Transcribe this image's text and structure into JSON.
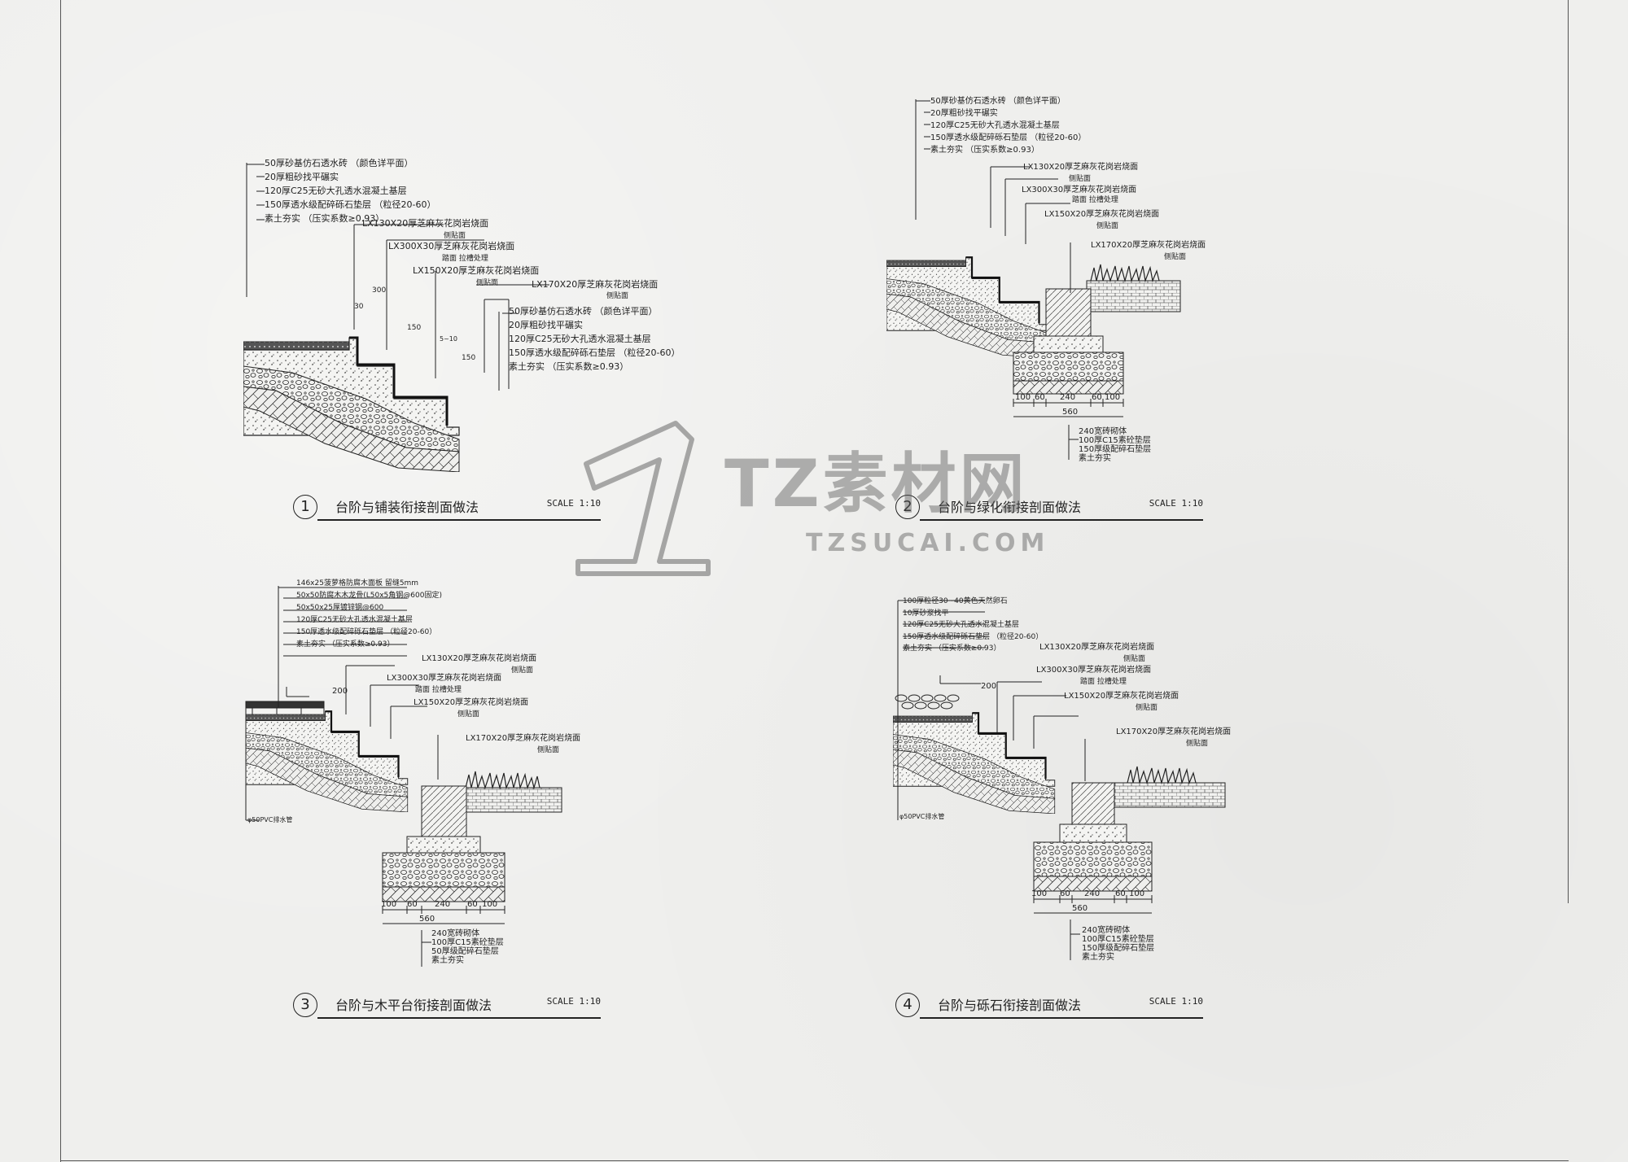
{
  "watermark": {
    "brand": "TZ素材网",
    "url": "TZSUCAI.COM"
  },
  "panels": [
    {
      "number": "1",
      "title": "台阶与铺装衔接剖面做法",
      "scale": "SCALE 1:10",
      "layers_top": [
        "50厚砂基仿石透水砖 （颜色详平面）",
        "20厚粗砂找平碾实",
        "120厚C25无砂大孔透水混凝土基层",
        "150厚透水级配碎砾石垫层 （粒径20-60）",
        "素土夯实 （压实系数≥0.93）"
      ],
      "callouts": [
        "LX130X20厚芝麻灰花岗岩烧面",
        "侧贴面",
        "LX300X30厚芝麻灰花岗岩烧面",
        "踏面 拉槽处理",
        "LX150X20厚芝麻灰花岗岩烧面",
        "侧贴面",
        "LX170X20厚芝麻灰花岗岩烧面",
        "侧贴面"
      ],
      "layers_bottom": [
        "50厚砂基仿石透水砖 （颜色详平面）",
        "20厚粗砂找平碾实",
        "120厚C25无砂大孔透水混凝土基层",
        "150厚透水级配碎砾石垫层 （粒径20-60）",
        "素土夯实 （压实系数≥0.93）"
      ],
      "dims": [
        "300",
        "30",
        "150",
        "5~10",
        "150"
      ]
    },
    {
      "number": "2",
      "title": "台阶与绿化衔接剖面做法",
      "scale": "SCALE 1:10",
      "layers_top": [
        "50厚砂基仿石透水砖 （颜色详平面）",
        "20厚粗砂找平碾实",
        "120厚C25无砂大孔透水混凝土基层",
        "150厚透水级配碎砾石垫层 （粒径20-60）",
        "素土夯实 （压实系数≥0.93）"
      ],
      "callouts": [
        "LX130X20厚芝麻灰花岗岩烧面",
        "侧贴面",
        "LX300X30厚芝麻灰花岗岩烧面",
        "踏面 拉槽处理",
        "LX150X20厚芝麻灰花岗岩烧面",
        "侧贴面",
        "LX170X20厚芝麻灰花岗岩烧面",
        "侧贴面"
      ],
      "foundation": [
        "240宽砖砌体",
        "100厚C15素砼垫层",
        "150厚级配碎石垫层",
        "素土夯实"
      ],
      "dims_bottom": [
        "100",
        "60",
        "240",
        "60",
        "100"
      ],
      "dim_total": "560"
    },
    {
      "number": "3",
      "title": "台阶与木平台衔接剖面做法",
      "scale": "SCALE 1:10",
      "layers_top": [
        "146x25菠萝格防腐木面板 留缝5mm",
        "50x50防腐木木龙骨(L50x5角钢@600固定)",
        "50x50x25厚镀锌钢@600",
        "120厚C25无砂大孔透水混凝土基层",
        "150厚透水级配碎砾石垫层 （粒径20-60）",
        "素土夯实 （压实系数≥0.93）"
      ],
      "callouts": [
        "LX130X20厚芝麻灰花岗岩烧面",
        "侧贴面",
        "LX300X30厚芝麻灰花岗岩烧面",
        "踏面 拉槽处理",
        "LX150X20厚芝麻灰花岗岩烧面",
        "侧贴面",
        "LX170X20厚芝麻灰花岗岩烧面",
        "侧贴面"
      ],
      "side_note": "φ50PVC排水管",
      "foundation": [
        "240宽砖砌体",
        "100厚C15素砼垫层",
        "50厚级配碎石垫层",
        "素土夯实"
      ],
      "dims_bottom": [
        "100",
        "60",
        "240",
        "60",
        "100"
      ],
      "dim_total": "560",
      "dim_small": "200"
    },
    {
      "number": "4",
      "title": "台阶与砾石衔接剖面做法",
      "scale": "SCALE 1:10",
      "layers_top": [
        "100厚粒径30~40黄色天然卵石",
        "10厚砂浆找平",
        "120厚C25无砂大孔透水混凝土基层",
        "150厚透水级配碎砾石垫层 （粒径20-60）",
        "素土夯实 （压实系数≥0.93）"
      ],
      "callouts": [
        "LX130X20厚芝麻灰花岗岩烧面",
        "侧贴面",
        "LX300X30厚芝麻灰花岗岩烧面",
        "踏面 拉槽处理",
        "LX150X20厚芝麻灰花岗岩烧面",
        "侧贴面",
        "LX170X20厚芝麻灰花岗岩烧面",
        "侧贴面"
      ],
      "side_note": "φ50PVC排水管",
      "foundation": [
        "240宽砖砌体",
        "100厚C15素砼垫层",
        "150厚级配碎石垫层",
        "素土夯实"
      ],
      "dims_bottom": [
        "100",
        "60",
        "240",
        "60",
        "100"
      ],
      "dim_total": "560",
      "dim_small": "200"
    }
  ]
}
